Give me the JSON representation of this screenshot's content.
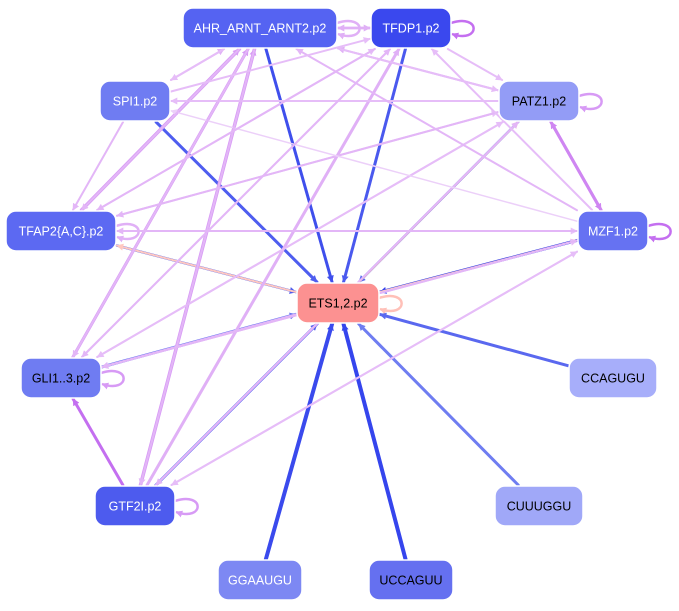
{
  "nodes": [
    {
      "id": "ahr",
      "label": "AHR_ARNT_ARNT2.p2",
      "fill": "#5563f2",
      "text_color": "#ffffff"
    },
    {
      "id": "tfdp1",
      "label": "TFDP1.p2",
      "fill": "#3a48ee",
      "text_color": "#ffffff"
    },
    {
      "id": "spi1",
      "label": "SPI1.p2",
      "fill": "#6f7cf2",
      "text_color": "#ffffff"
    },
    {
      "id": "patz1",
      "label": "PATZ1.p2",
      "fill": "#939cf6",
      "text_color": "#000000"
    },
    {
      "id": "tfap2",
      "label": "TFAP2{A,C}.p2",
      "fill": "#5c69f2",
      "text_color": "#ffffff"
    },
    {
      "id": "mzf1",
      "label": "MZF1.p2",
      "fill": "#6672f2",
      "text_color": "#ffffff"
    },
    {
      "id": "ets",
      "label": "ETS1,2.p2",
      "fill": "#fc9191",
      "text_color": "#000000"
    },
    {
      "id": "gli",
      "label": "GLI1..3.p2",
      "fill": "#6f7cf2",
      "text_color": "#000000"
    },
    {
      "id": "ccagugu",
      "label": "CCAGUGU",
      "fill": "#a7aefa",
      "text_color": "#000000"
    },
    {
      "id": "gtf2i",
      "label": "GTF2I.p2",
      "fill": "#4d5bee",
      "text_color": "#ffffff"
    },
    {
      "id": "cuuuggu",
      "label": "CUUUGGU",
      "fill": "#a0a8f8",
      "text_color": "#000000"
    },
    {
      "id": "ggaaugu",
      "label": "GGAAUGU",
      "fill": "#7d88f3",
      "text_color": "#ffffff"
    },
    {
      "id": "uccaguu",
      "label": "UCCAGUU",
      "fill": "#6570f0",
      "text_color": "#000000"
    }
  ],
  "edges": [
    {
      "from": "ahr",
      "to": "ets",
      "color": "#3f4fec",
      "weight": 3
    },
    {
      "from": "tfdp1",
      "to": "ets",
      "color": "#4a59ee",
      "weight": 3
    },
    {
      "from": "spi1",
      "to": "ets",
      "color": "#4e5def",
      "weight": 3
    },
    {
      "from": "patz1",
      "to": "ets",
      "color": "#5a69ef",
      "weight": 2.5
    },
    {
      "from": "ets",
      "to": "patz1",
      "color": "#ffc0b8",
      "weight": 2
    },
    {
      "from": "mzf1",
      "to": "ets",
      "color": "#2f3eeb",
      "weight": 3
    },
    {
      "from": "ets",
      "to": "mzf1",
      "color": "#ffc8c0",
      "weight": 2
    },
    {
      "from": "tfap2",
      "to": "ets",
      "color": "#4c5bee",
      "weight": 2.5
    },
    {
      "from": "ets",
      "to": "tfap2",
      "color": "#ffc8c0",
      "weight": 2
    },
    {
      "from": "gli",
      "to": "ets",
      "color": "#6876f1",
      "weight": 3
    },
    {
      "from": "ccagugu",
      "to": "ets",
      "color": "#5a68ef",
      "weight": 3
    },
    {
      "from": "gtf2i",
      "to": "ets",
      "color": "#5060ef",
      "weight": 3
    },
    {
      "from": "cuuuggu",
      "to": "ets",
      "color": "#6f7df1",
      "weight": 3
    },
    {
      "from": "ggaaugu",
      "to": "ets",
      "color": "#3a4aed",
      "weight": 4
    },
    {
      "from": "uccaguu",
      "to": "ets",
      "color": "#3545ed",
      "weight": 4
    },
    {
      "from": "spi1",
      "to": "ahr",
      "color": "#e0b0f6",
      "weight": 2
    },
    {
      "from": "tfap2",
      "to": "ahr",
      "color": "#d79af5",
      "weight": 3.5
    },
    {
      "from": "tfap2",
      "to": "tfdp1",
      "color": "#e6bdf8",
      "weight": 2
    },
    {
      "from": "tfap2",
      "to": "patz1",
      "color": "#e8c2f8",
      "weight": 2
    },
    {
      "from": "tfap2",
      "to": "mzf1",
      "color": "#e8c2f8",
      "weight": 2
    },
    {
      "from": "gli",
      "to": "ahr",
      "color": "#d79af5",
      "weight": 3
    },
    {
      "from": "gli",
      "to": "tfdp1",
      "color": "#e3b6f7",
      "weight": 2
    },
    {
      "from": "gli",
      "to": "patz1",
      "color": "#e6bdf8",
      "weight": 2
    },
    {
      "from": "gli",
      "to": "mzf1",
      "color": "#e6bdf8",
      "weight": 2
    },
    {
      "from": "gtf2i",
      "to": "ahr",
      "color": "#d79af5",
      "weight": 3.5
    },
    {
      "from": "gtf2i",
      "to": "tfdp1",
      "color": "#e0b0f6",
      "weight": 3
    },
    {
      "from": "gtf2i",
      "to": "gli",
      "color": "#c46ff0",
      "weight": 3
    },
    {
      "from": "gtf2i",
      "to": "patz1",
      "color": "#e3b6f7",
      "weight": 2
    },
    {
      "from": "gtf2i",
      "to": "mzf1",
      "color": "#e6bdf8",
      "weight": 2
    },
    {
      "from": "patz1",
      "to": "ahr",
      "color": "#e0b0f6",
      "weight": 2
    },
    {
      "from": "patz1",
      "to": "tfap2",
      "color": "#e3b6f7",
      "weight": 2
    },
    {
      "from": "patz1",
      "to": "spi1",
      "color": "#e6bdf8",
      "weight": 2
    },
    {
      "from": "patz1",
      "to": "gli",
      "color": "#e6bdf8",
      "weight": 2
    },
    {
      "from": "patz1",
      "to": "mzf1",
      "color": "#cf86f2",
      "weight": 3
    },
    {
      "from": "mzf1",
      "to": "patz1",
      "color": "#cf86f2",
      "weight": 3
    },
    {
      "from": "mzf1",
      "to": "ahr",
      "color": "#e3b6f7",
      "weight": 2
    },
    {
      "from": "mzf1",
      "to": "tfdp1",
      "color": "#e6bdf8",
      "weight": 2
    },
    {
      "from": "mzf1",
      "to": "tfap2",
      "color": "#e3b6f7",
      "weight": 2
    },
    {
      "from": "mzf1",
      "to": "gli",
      "color": "#e3b6f7",
      "weight": 2
    },
    {
      "from": "mzf1",
      "to": "gtf2i",
      "color": "#e6bdf8",
      "weight": 2
    },
    {
      "from": "mzf1",
      "to": "spi1",
      "color": "#ecd0f9",
      "weight": 1.5
    },
    {
      "from": "tfdp1",
      "to": "ahr",
      "color": "#e0b0f6",
      "weight": 2.5
    },
    {
      "from": "ahr",
      "to": "tfdp1",
      "color": "#e0b0f6",
      "weight": 2.5
    },
    {
      "from": "tfdp1",
      "to": "tfap2",
      "color": "#e3b6f7",
      "weight": 2
    },
    {
      "from": "tfdp1",
      "to": "gli",
      "color": "#e3b6f7",
      "weight": 2
    },
    {
      "from": "tfdp1",
      "to": "patz1",
      "color": "#e6bdf8",
      "weight": 2
    },
    {
      "from": "ahr",
      "to": "patz1",
      "color": "#e6bdf8",
      "weight": 2
    },
    {
      "from": "ahr",
      "to": "spi1",
      "color": "#e6bdf8",
      "weight": 2
    },
    {
      "from": "ahr",
      "to": "tfap2",
      "color": "#e3b6f7",
      "weight": 2
    },
    {
      "from": "ahr",
      "to": "gli",
      "color": "#e3b6f7",
      "weight": 2
    },
    {
      "from": "ahr",
      "to": "gtf2i",
      "color": "#e3b6f7",
      "weight": 2
    },
    {
      "from": "spi1",
      "to": "tfdp1",
      "color": "#e6bdf8",
      "weight": 2
    },
    {
      "from": "spi1",
      "to": "tfap2",
      "color": "#e3b6f7",
      "weight": 2
    },
    {
      "from": "ets",
      "to": "gli",
      "color": "#e3b6f7",
      "weight": 2
    },
    {
      "from": "ets",
      "to": "gtf2i",
      "color": "#e3b6f7",
      "weight": 2
    }
  ],
  "self_loops": [
    {
      "node": "ahr",
      "color": "#e0b0f6"
    },
    {
      "node": "tfdp1",
      "color": "#c46ff0"
    },
    {
      "node": "patz1",
      "color": "#d79af5"
    },
    {
      "node": "tfap2",
      "color": "#e0b0f6"
    },
    {
      "node": "mzf1",
      "color": "#c46ff0"
    },
    {
      "node": "ets",
      "color": "#ffc0b8"
    },
    {
      "node": "gli",
      "color": "#d79af5"
    },
    {
      "node": "gtf2i",
      "color": "#d79af5"
    }
  ]
}
